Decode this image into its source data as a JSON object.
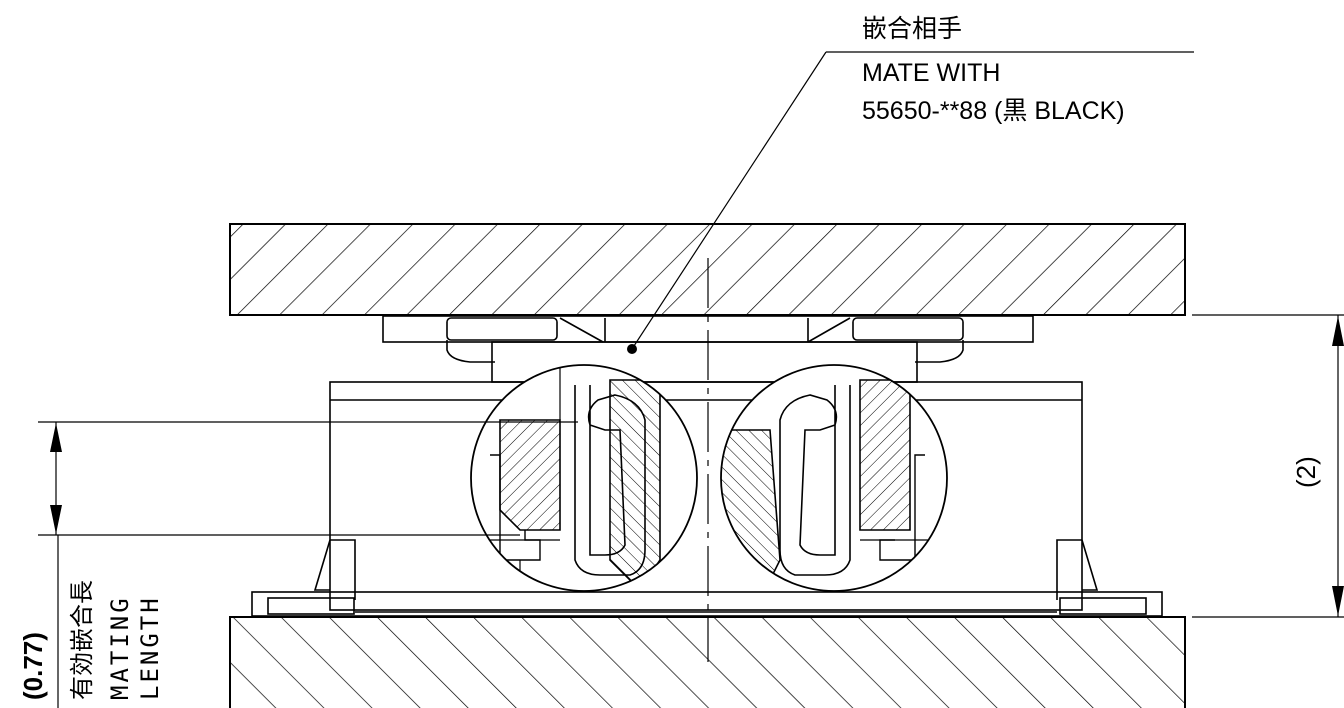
{
  "callout": {
    "line1": "嵌合相手",
    "line2": "MATE WITH",
    "line3": "55650-**88 (黒 BLACK)"
  },
  "dimensions": {
    "height": "(2)",
    "mating_value": "(0.77)",
    "mating_jp": "有効嵌合長",
    "mating_en_1": "MATING",
    "mating_en_2": "LENGTH"
  },
  "colors": {
    "line": "#000000",
    "background": "#ffffff"
  }
}
